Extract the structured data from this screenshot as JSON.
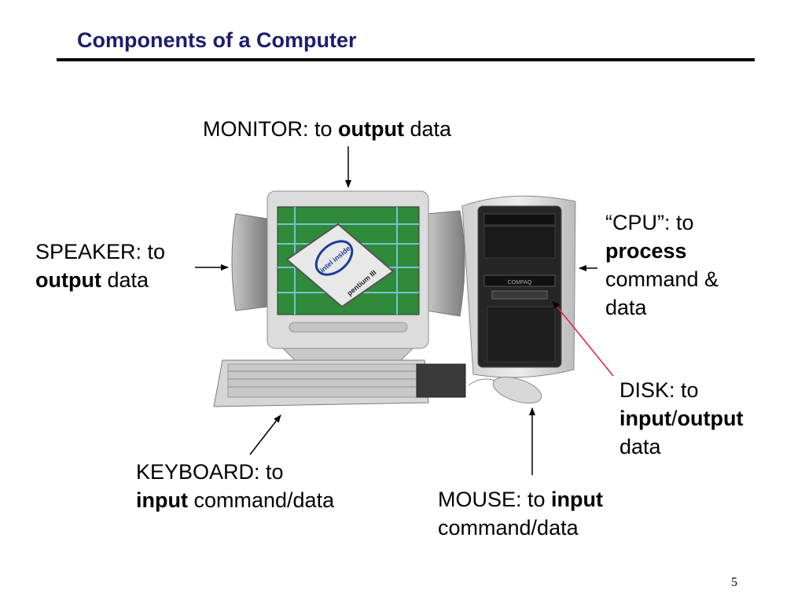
{
  "slide": {
    "title": "Components of a Computer",
    "page_number": "5"
  },
  "labels": {
    "monitor": {
      "pre": "MONITOR: to ",
      "bold": "output",
      "post": " data"
    },
    "speaker": {
      "line1": "SPEAKER: to",
      "bold": "output",
      "post": " data"
    },
    "cpu": {
      "line1": "“CPU”: to",
      "bold": "process",
      "line3": "command &",
      "line4": "data"
    },
    "disk": {
      "line1": "DISK: to",
      "bold1": "input",
      "slash": "/",
      "bold2": "output",
      "line3": "data"
    },
    "keyboard": {
      "line1": "KEYBOARD: to",
      "bold": "input",
      "post": " command/data"
    },
    "mouse": {
      "pre": "MOUSE: to ",
      "bold": "input",
      "line2": "command/data"
    }
  },
  "colors": {
    "title": "#1c1c6e",
    "disk_pointer": "#e0203c",
    "screen_bg": "#2f8a3a",
    "chip": "#e8e8e8"
  },
  "illustration": {
    "chip_brand": "intel inside",
    "chip_model": "pentium III"
  }
}
